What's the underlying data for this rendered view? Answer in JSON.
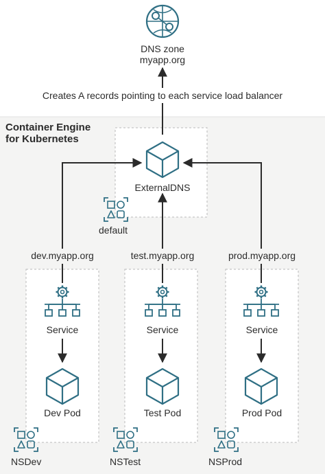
{
  "dns": {
    "title": "DNS zone",
    "domain": "myapp.org",
    "icon": "globe-network-icon"
  },
  "cluster": {
    "title_line1": "Container Engine",
    "title_line2": "for Kubernetes",
    "background": "#f4f4f3"
  },
  "edge_label": "Creates A records pointing to each service load balancer",
  "external_dns": {
    "label": "ExternalDNS",
    "icon": "cube-icon"
  },
  "namespaces": [
    {
      "id": "default",
      "label": "default",
      "icon": "namespace-icon"
    },
    {
      "id": "dev",
      "label": "NSDev",
      "icon": "namespace-icon"
    },
    {
      "id": "test",
      "label": "NSTest",
      "icon": "namespace-icon"
    },
    {
      "id": "prod",
      "label": "NSProd",
      "icon": "namespace-icon"
    }
  ],
  "hosts": {
    "dev": "dev.myapp.org",
    "test": "test.myapp.org",
    "prod": "prod.myapp.org"
  },
  "services": {
    "dev": "Service",
    "test": "Service",
    "prod": "Service",
    "icon": "service-load-balancer-icon"
  },
  "pods": {
    "dev": "Dev Pod",
    "test": "Test Pod",
    "prod": "Prod Pod",
    "icon": "cube-icon"
  },
  "colors": {
    "icon_teal": "#2f6f84",
    "line": "#2b2b2b",
    "dashed_border": "#b8b8b8"
  }
}
